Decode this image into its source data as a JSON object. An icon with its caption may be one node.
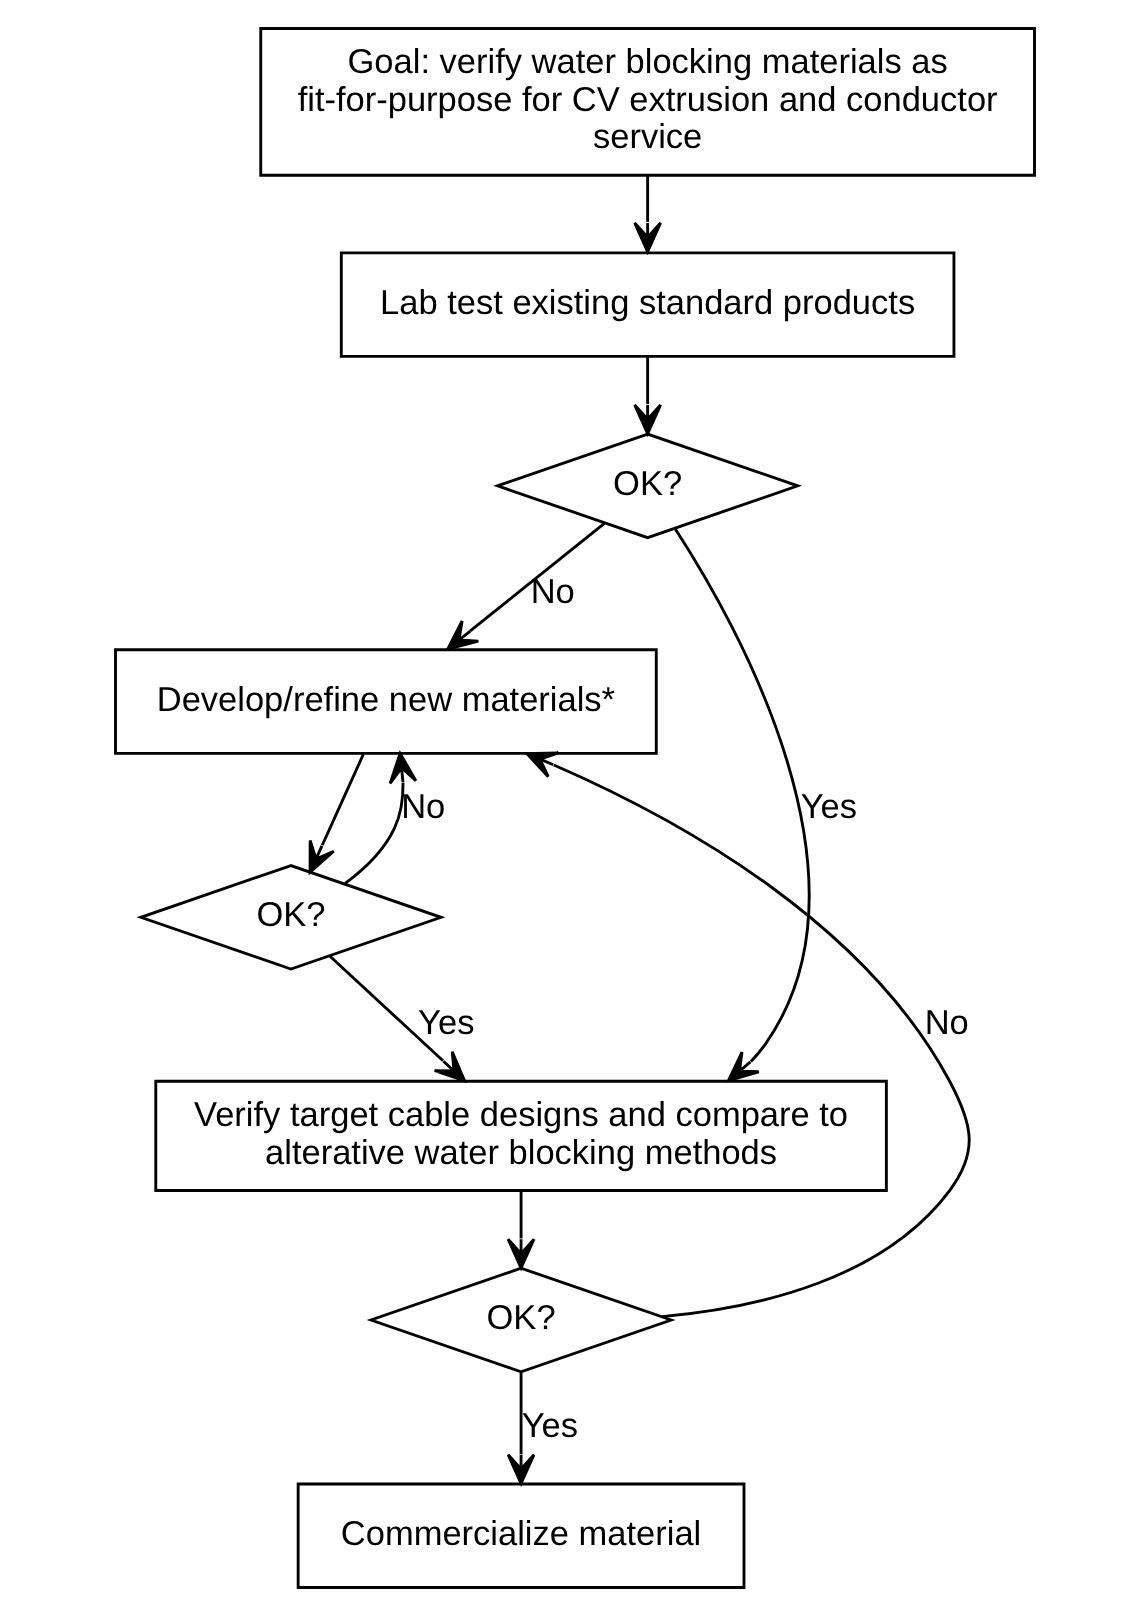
{
  "diagram": {
    "nodes": [
      {
        "text": [
          "Goal: verify water blocking materials as fit-for-purpose for CV extrusion and conductor service"
        ]
      },
      {
        "text": [
          "Lab test existing standard products"
        ]
      },
      {
        "text": [
          "OK?"
        ]
      },
      {
        "text": [
          "Develop/refine new materials*"
        ]
      },
      {
        "text": [
          "OK?"
        ]
      },
      {
        "text": [
          "Verify target cable designs and compare to alterative water blocking methods"
        ]
      },
      {
        "text": [
          "OK?"
        ]
      },
      {
        "text": [
          "Commercialize material"
        ]
      }
    ],
    "edges": [
      {
        "from": 0,
        "to": 1,
        "arrow": "to"
      },
      {
        "from": 1,
        "to": 2,
        "arrow": "to"
      },
      {
        "from": 2,
        "to": 3,
        "arrow": "to",
        "label": "No"
      },
      {
        "from": 2,
        "to": 5,
        "arrow": "to",
        "label": "Yes"
      },
      {
        "from": 3,
        "to": 4,
        "arrow": "to"
      },
      {
        "from": 4,
        "to": 3,
        "arrow": "to",
        "label": "No"
      },
      {
        "from": 4,
        "to": 5,
        "arrow": "to",
        "label": "Yes"
      },
      {
        "from": 5,
        "to": 6,
        "arrow": "to"
      },
      {
        "from": 6,
        "to": 3,
        "arrow": "to",
        "label": "No"
      },
      {
        "from": 6,
        "to": 7,
        "arrow": "to",
        "label": "Yes"
      }
    ]
  }
}
